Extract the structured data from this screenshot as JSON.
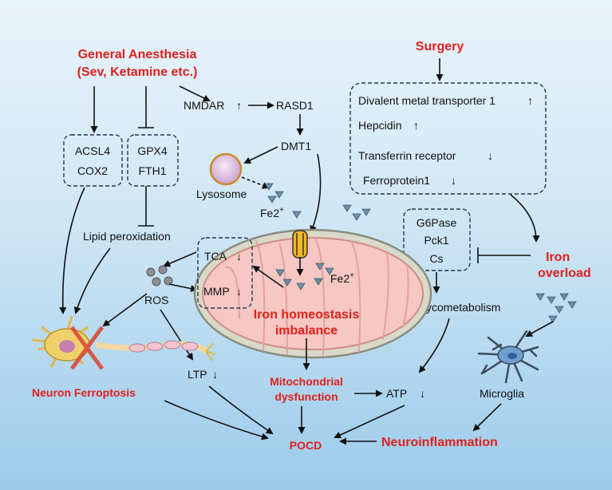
{
  "anesthesia": {
    "line1": "General Anesthesia",
    "line2": "(Sev, Ketamine etc.)"
  },
  "surgery": "Surgery",
  "acsl4": "ACSL4",
  "cox2": "COX2",
  "gpx4": "GPX4",
  "fth1": "FTH1",
  "nmdar": "NMDAR",
  "rasd1": "RASD1",
  "dmt1": "DMT1",
  "lysosome": "Lysosome",
  "fe2": "Fe2",
  "plus": "+",
  "surgery_box": {
    "dmt": "Divalent metal transporter 1",
    "hepcidin": "Hepcidin",
    "tfr": "Transferrin receptor",
    "fpn": "Ferroprotein1"
  },
  "g6pase": "G6Pase",
  "pck1": "Pck1",
  "cs": "Cs",
  "iron_overload": {
    "line1": "Iron",
    "line2": "overload"
  },
  "lipid": "Lipid peroxidation",
  "ros": "ROS",
  "tca": "TCA",
  "mmp": "MMP",
  "iron_homeo": {
    "line1": "Iron homeostasis",
    "line2": "imbalance"
  },
  "glyco": "Glycometabolism",
  "neuron": "Neuron Ferroptosis",
  "ltp": "LTP",
  "mito": {
    "line1": "Mitochondrial",
    "line2": "dysfunction"
  },
  "atp": "ATP",
  "microglia": "Microglia",
  "neuroinflam": "Neuroinflammation",
  "pocd": "POCD",
  "arrows": {
    "up": "↑",
    "down": "↓"
  },
  "colors": {
    "highlight": "#e0201b",
    "mito_fill": "#f6c7c3",
    "ion": "#6f8fa8"
  }
}
